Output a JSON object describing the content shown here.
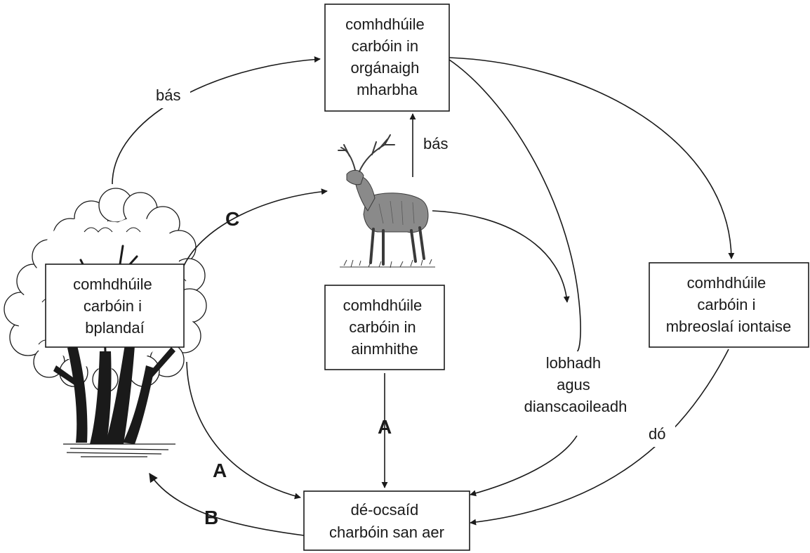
{
  "boxes": {
    "dead": [
      "comhdhúile",
      "carbóin in",
      "orgánaigh",
      "mharbha"
    ],
    "plants": [
      "comhdhúile",
      "carbóin i",
      "bplandaí"
    ],
    "animals": [
      "comhdhúile",
      "carbóin in",
      "ainmhithe"
    ],
    "fossil": [
      "comhdhúile",
      "carbóin i",
      "mbreoslaí iontaise"
    ],
    "air": [
      "dé-ocsaíd",
      "charbóin san aer"
    ]
  },
  "labels": {
    "bas_left": "bás",
    "bas_deer": "bás",
    "decay": [
      "lobhadh",
      "agus",
      "dianscaoileadh"
    ],
    "burning": "dó",
    "A1": "A",
    "A2": "A",
    "B": "B",
    "C": "C"
  },
  "icons": [
    "tree-icon",
    "deer-icon"
  ],
  "colors": {
    "ink": "#1a1a1a",
    "background": "#ffffff"
  }
}
